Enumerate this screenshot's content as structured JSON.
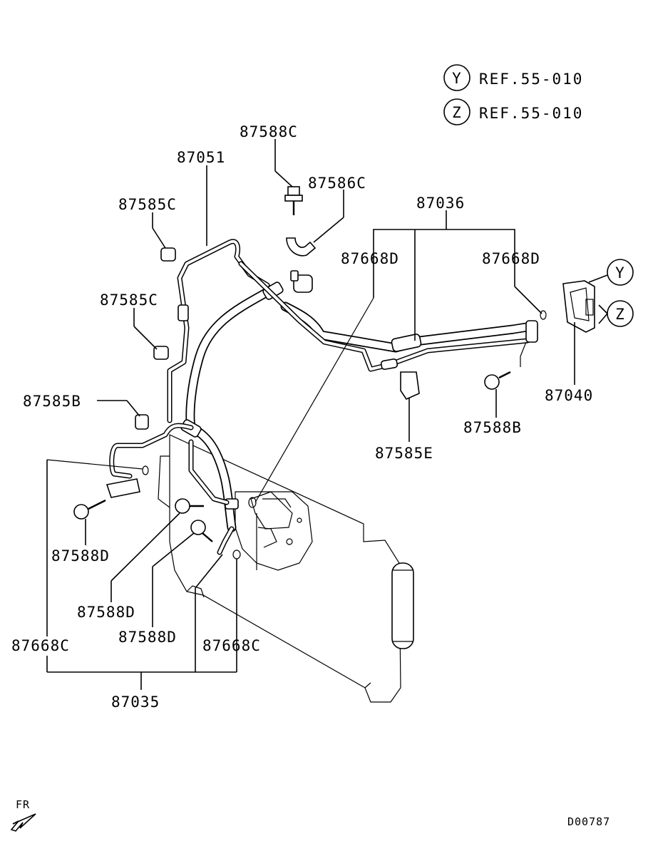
{
  "refs": [
    {
      "letter": "Y",
      "text": "REF.55-010"
    },
    {
      "letter": "Z",
      "text": "REF.55-010"
    }
  ],
  "callouts": {
    "y": "Y",
    "z": "Z"
  },
  "labels": {
    "p87588C": "87588C",
    "p87051": "87051",
    "p87586C": "87586C",
    "p87036": "87036",
    "p87585C_top": "87585C",
    "p87668D_left": "87668D",
    "p87668D_right": "87668D",
    "p87585C_mid": "87585C",
    "p87585B": "87585B",
    "p87040": "87040",
    "p87588B": "87588B",
    "p87585E": "87585E",
    "p87588D_left": "87588D",
    "p87588D_mid": "87588D",
    "p87588D_low": "87588D",
    "p87668C_left": "87668C",
    "p87668C_right": "87668C",
    "p87035": "87035"
  },
  "footer": {
    "direction": "FR",
    "code": "D00787"
  }
}
